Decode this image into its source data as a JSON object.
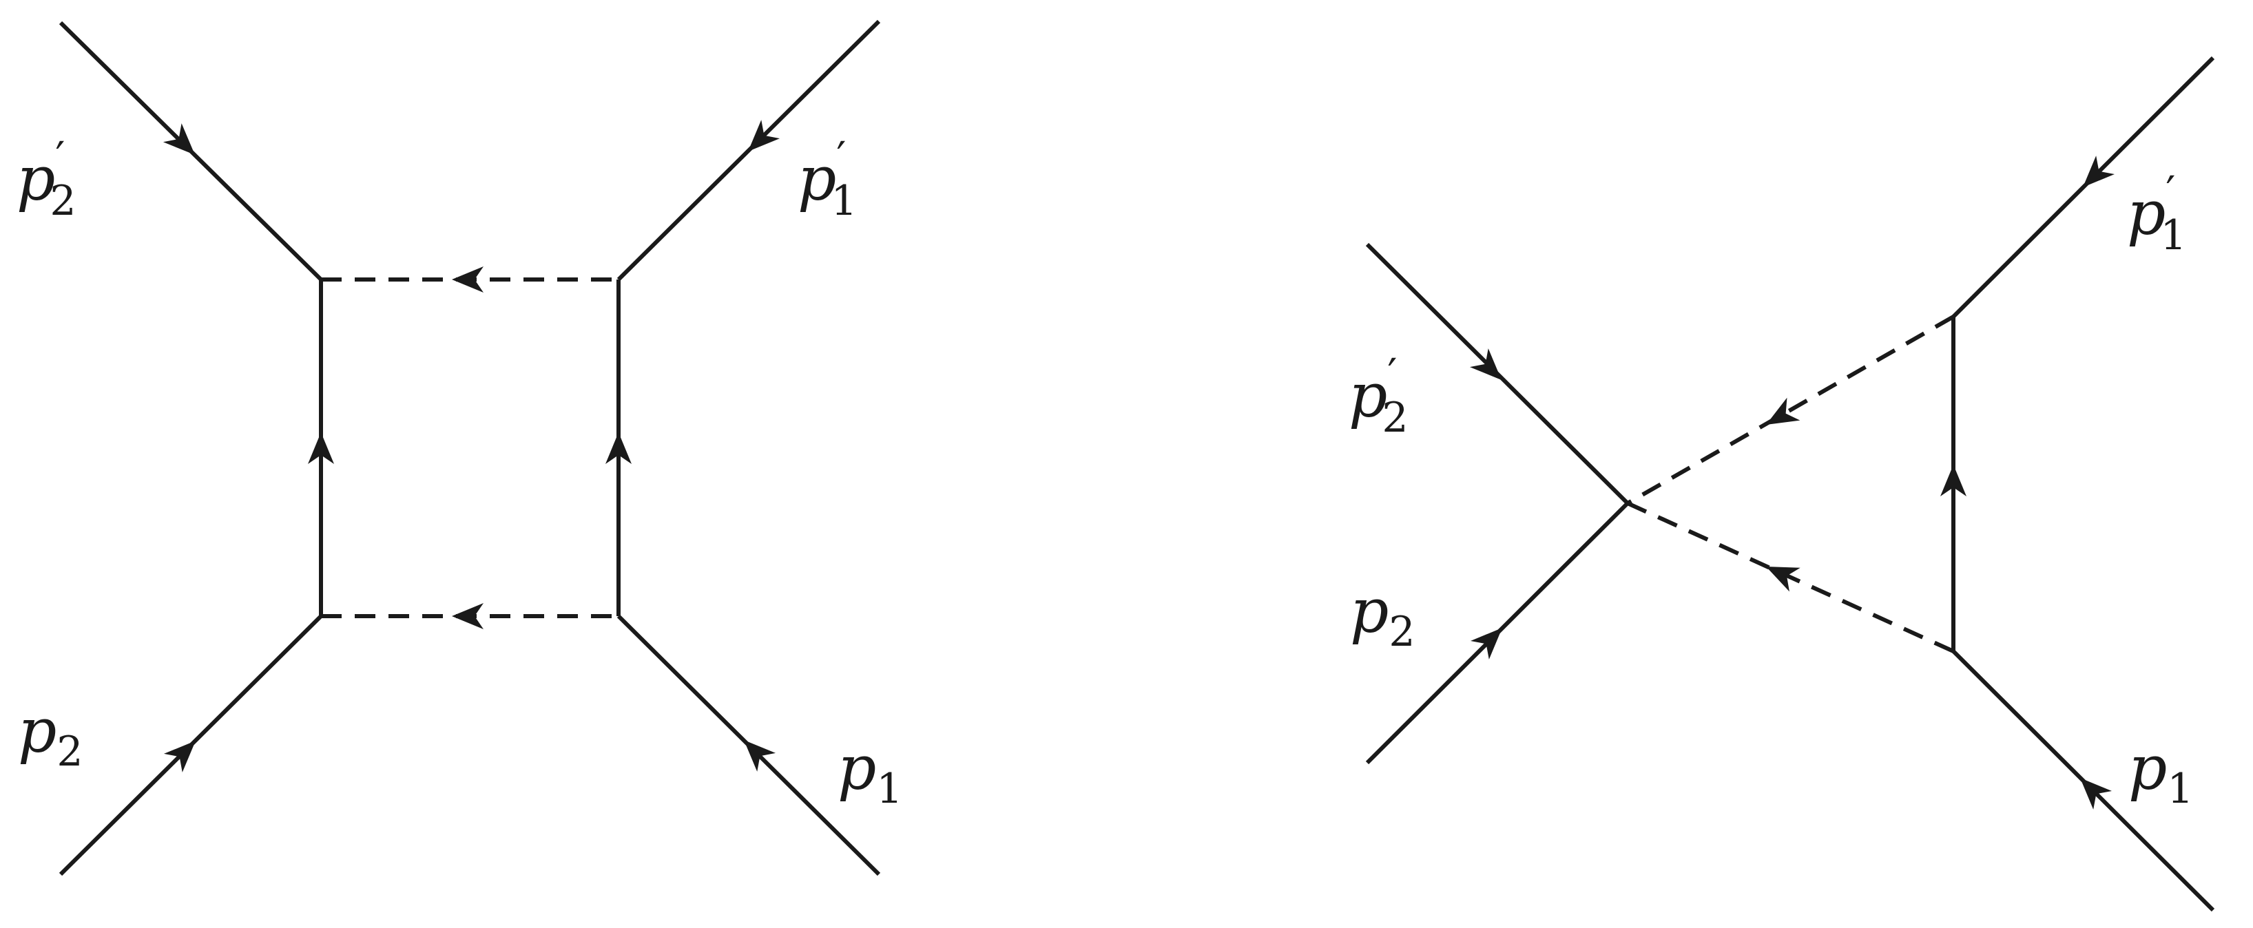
{
  "diagrams": [
    {
      "id": "box",
      "labels": {
        "top_left": {
          "base": "p",
          "sub": "2",
          "prime": "′"
        },
        "top_right": {
          "base": "p",
          "sub": "1",
          "prime": "′"
        },
        "bottom_left": {
          "base": "p",
          "sub": "2",
          "prime": ""
        },
        "bottom_right": {
          "base": "p",
          "sub": "1",
          "prime": ""
        }
      }
    },
    {
      "id": "crossed",
      "labels": {
        "top_left": {
          "base": "p",
          "sub": "2",
          "prime": "′"
        },
        "top_right": {
          "base": "p",
          "sub": "1",
          "prime": "′"
        },
        "bottom_left": {
          "base": "p",
          "sub": "2",
          "prime": ""
        },
        "bottom_right": {
          "base": "p",
          "sub": "1",
          "prime": ""
        }
      }
    }
  ],
  "colors": {
    "ink": "#1a1a1a",
    "background": "#ffffff"
  }
}
